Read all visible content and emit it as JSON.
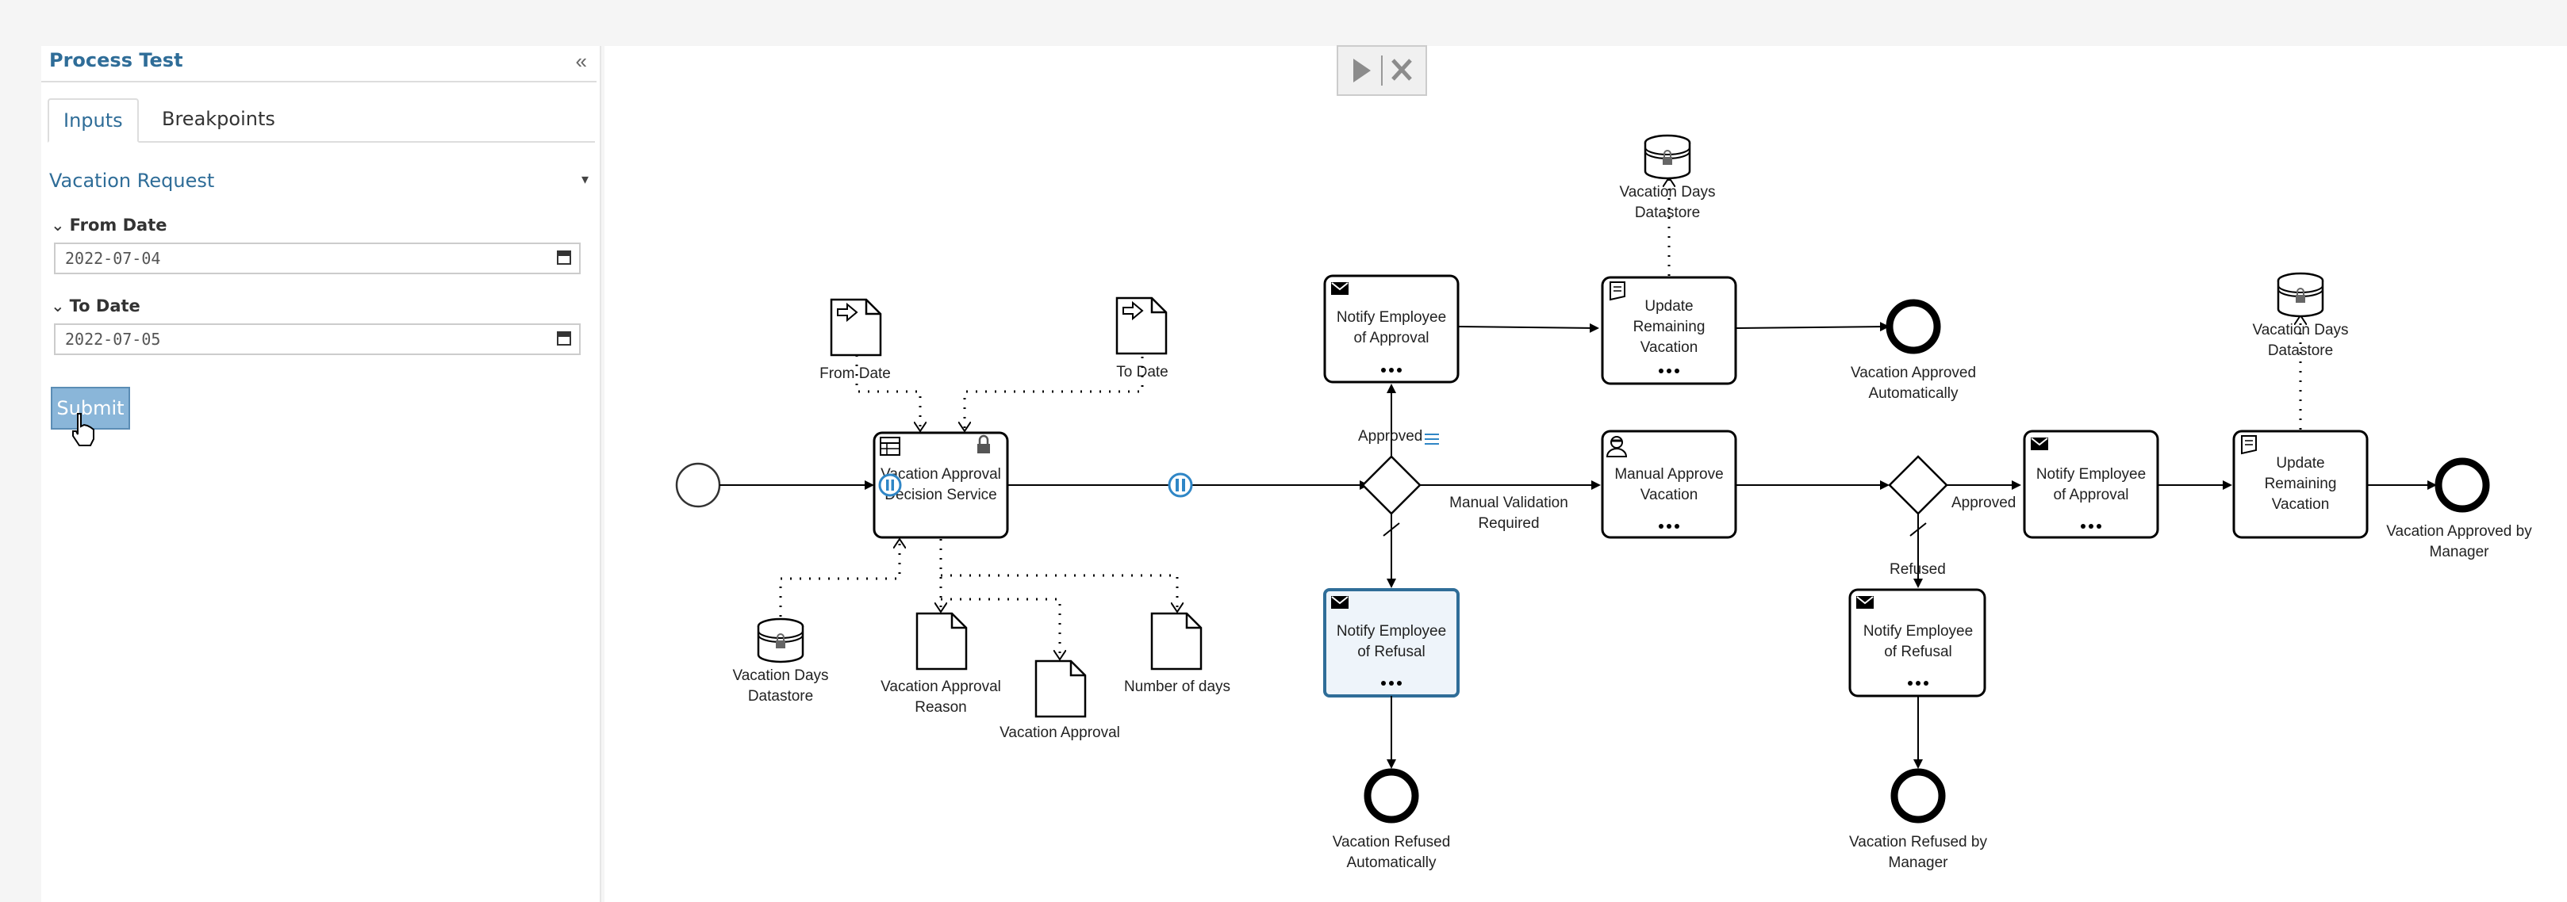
{
  "panel": {
    "title": "Process Test",
    "tabs": {
      "inputs": "Inputs",
      "breakpoints": "Breakpoints"
    },
    "section": "Vacation Request",
    "fields": [
      {
        "label": "From Date",
        "value": "2022-07-04"
      },
      {
        "label": "To Date",
        "value": "2022-07-05"
      }
    ],
    "submit_label": "Submit"
  },
  "diagram": {
    "from_date": "From Date",
    "to_date": "To Date",
    "decision_l1": "Vacation Approval",
    "decision_l2": "Decision Service",
    "ds_left_l1": "Vacation Days",
    "ds_left_l2": "Datastore",
    "reason_l1": "Vacation Approval",
    "reason_l2": "Reason",
    "approval": "Vacation Approval",
    "num_days": "Number of days",
    "approved_top": "Approved",
    "notify_appr_top_l1": "Notify Employee",
    "notify_appr_top_l2": "of Approval",
    "update_top_l1": "Update",
    "update_top_l2": "Remaining",
    "update_top_l3": "Vacation",
    "ds_top_l1": "Vacation Days",
    "ds_top_l2": "Datastore",
    "end_auto_l1": "Vacation Approved",
    "end_auto_l2": "Automatically",
    "manual_validation_l1": "Manual Validation",
    "manual_validation_l2": "Required",
    "manual_approve_l1": "Manual Approve",
    "manual_approve_l2": "Vacation",
    "notify_refusal_l1": "Notify Employee",
    "notify_refusal_l2": "of Refusal",
    "refused_auto_l1": "Vacation Refused",
    "refused_auto_l2": "Automatically",
    "approved_right": "Approved",
    "refused_right": "Refused",
    "notify_appr_right_l1": "Notify Employee",
    "notify_appr_right_l2": "of Approval",
    "notify_ref_right_l1": "Notify Employee",
    "notify_ref_right_l2": "of Refusal",
    "refused_mgr_l1": "Vacation Refused by",
    "refused_mgr_l2": "Manager",
    "update_right_l1": "Update",
    "update_right_l2": "Remaining",
    "update_right_l3": "Vacation",
    "ds_right_l1": "Vacation Days",
    "ds_right_l2": "Datastore",
    "end_mgr_l1": "Vacation Approved by",
    "end_mgr_l2": "Manager"
  },
  "colors": {
    "accent": "#2f6d98",
    "selected_fill": "#eef4fa",
    "breakpoint": "#2f86c6"
  }
}
